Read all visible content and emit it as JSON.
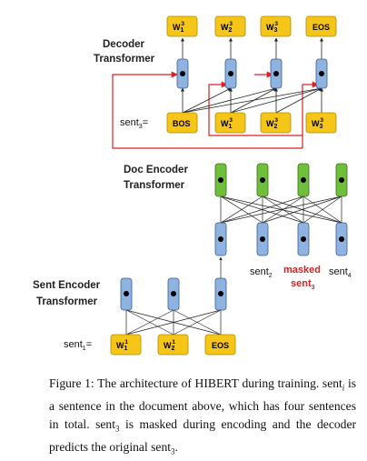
{
  "labels": {
    "decoder_l1": "Decoder",
    "decoder_l2": "Transformer",
    "doc_encoder_l1": "Doc Encoder",
    "doc_encoder_l2": "Transformer",
    "sent_encoder_l1": "Sent Encoder",
    "sent_encoder_l2": "Transformer"
  },
  "decoder": {
    "input_label": "sent",
    "input_label_sub": "3",
    "input_label_eq": "=",
    "inputs": [
      {
        "base": "BOS",
        "sup": "",
        "sub": ""
      },
      {
        "base": "W",
        "sup": "3",
        "sub": "1"
      },
      {
        "base": "W",
        "sup": "3",
        "sub": "2"
      },
      {
        "base": "W",
        "sup": "3",
        "sub": "3"
      }
    ],
    "outputs": [
      {
        "base": "W",
        "sup": "3",
        "sub": "1"
      },
      {
        "base": "W",
        "sup": "3",
        "sub": "2"
      },
      {
        "base": "W",
        "sup": "3",
        "sub": "3"
      },
      {
        "base": "EOS",
        "sup": "",
        "sub": ""
      }
    ]
  },
  "doc_encoder": {
    "sent_labels": [
      {
        "base": "sent",
        "sub": "2"
      },
      {
        "base": "sent",
        "sub": "4"
      }
    ],
    "masked_l1": "masked",
    "masked_l2": "sent",
    "masked_sub": "3"
  },
  "sent_encoder": {
    "input_label": "sent",
    "input_label_sub": "1",
    "input_label_eq": "=",
    "inputs": [
      {
        "base": "W",
        "sup": "1",
        "sub": "1"
      },
      {
        "base": "W",
        "sup": "1",
        "sub": "2"
      },
      {
        "base": "EOS",
        "sup": "",
        "sub": ""
      }
    ]
  },
  "caption": {
    "prefix": "Figure 1: The architecture of H",
    "smallcaps": "IBERT",
    "rest": " during training. sent",
    "i_sub": "i",
    "rest2": " is a sentence in the document above, which has four sentences in total. sent",
    "s3_sub": "3",
    "rest3": " is masked during encoding and the decoder predicts the original sent",
    "s3b_sub": "3",
    "end": "."
  },
  "colors": {
    "token_fill": "#f5c518",
    "token_stroke": "#b08a00",
    "node_blue": "#8fb3e0",
    "node_green": "#6fbf3a",
    "node_stroke": "#3b5d8f",
    "red_line": "#e02020"
  }
}
